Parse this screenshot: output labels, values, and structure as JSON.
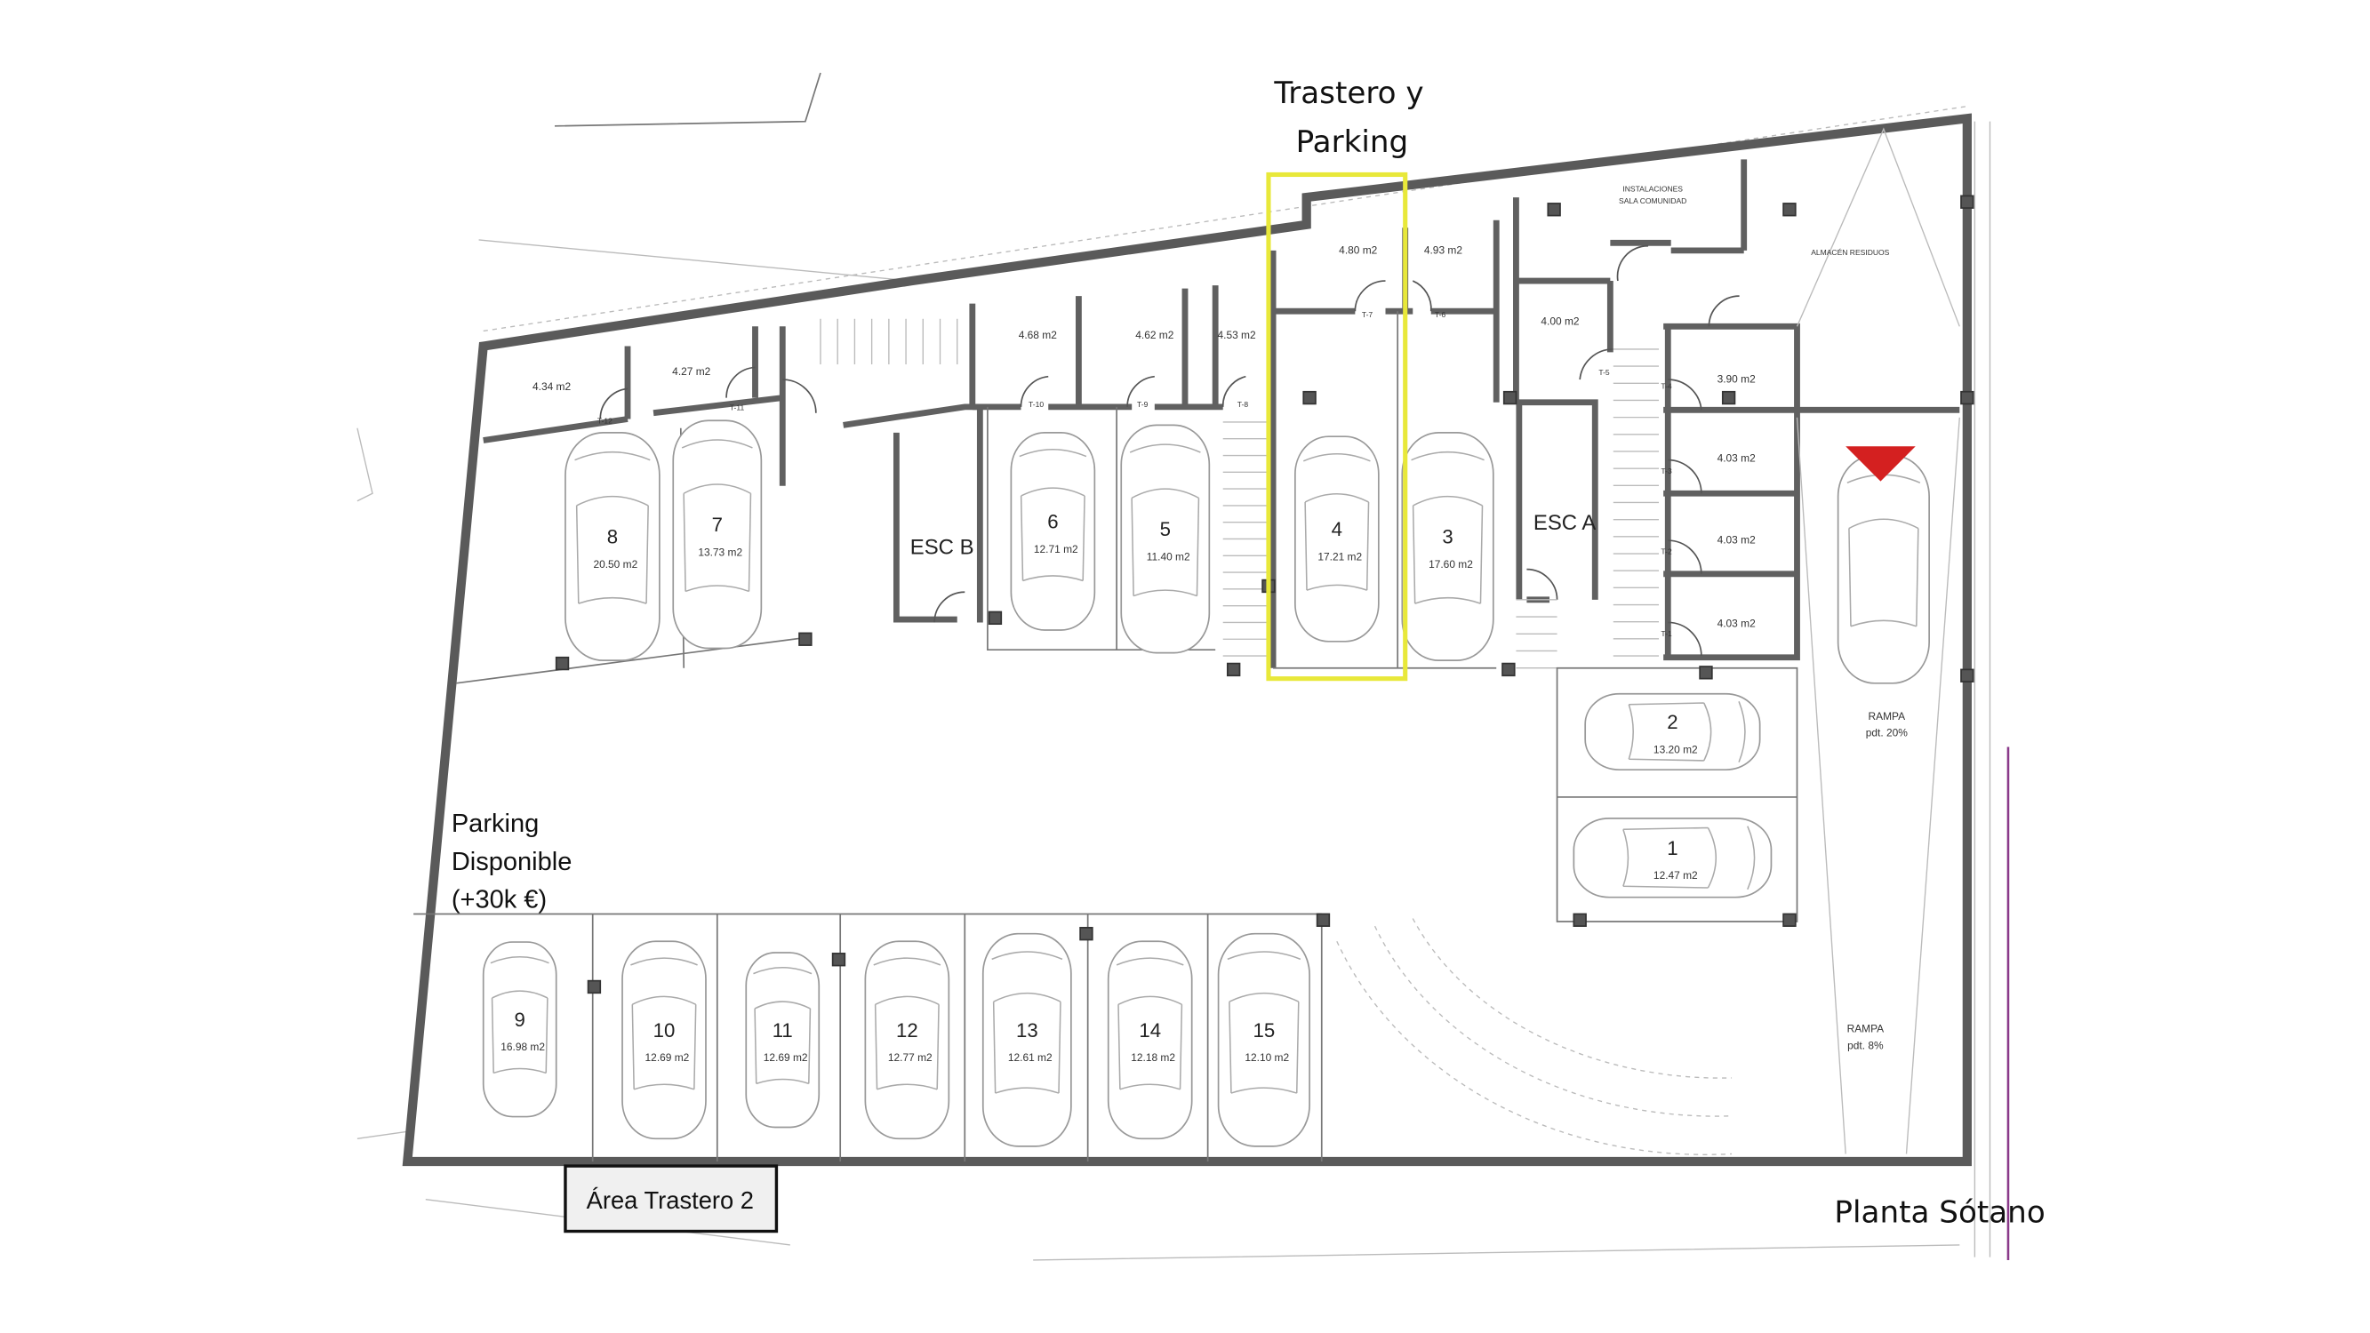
{
  "annotations": {
    "highlight_title_line1": "Trastero y",
    "highlight_title_line2": "Parking",
    "available_line1": "Parking",
    "available_line2": "Disponible",
    "available_line3": "(+30k €)",
    "storage_area_2": "Área Trastero 2",
    "plan_title": "Planta Sótano",
    "highlight_color": "#e8e83a",
    "arrow_color": "#d42020"
  },
  "rooms": {
    "instalaciones": "INSTALACIONES",
    "sala_comunidad": "SALA COMUNIDAD",
    "almacen": "ALMACÉN RESIDUOS",
    "esc_a": "ESC  A",
    "esc_b": "ESC  B",
    "rampa1_label": "RAMPA",
    "rampa1_slope": "pdt. 20%",
    "rampa2_label": "RAMPA",
    "rampa2_slope": "pdt. 8%"
  },
  "storage": [
    {
      "id": "T-12",
      "area": "4.34  m2"
    },
    {
      "id": "T-11",
      "area": "4.27  m2"
    },
    {
      "id": "T-10",
      "area": "4.68  m2"
    },
    {
      "id": "T-9",
      "area": "4.62  m2"
    },
    {
      "id": "T-8",
      "area": "4.53  m2"
    },
    {
      "id": "T-7",
      "area": "4.80  m2"
    },
    {
      "id": "T-6",
      "area": "4.93  m2"
    },
    {
      "id": "T-5",
      "area": "4.00  m2"
    },
    {
      "id": "T-4",
      "area": "3.90  m2"
    },
    {
      "id": "T-3",
      "area": "4.03  m2"
    },
    {
      "id": "T-2",
      "area": "4.03  m2"
    },
    {
      "id": "T-1",
      "area": "4.03  m2"
    }
  ],
  "parking": [
    {
      "num": "1",
      "area": "12.47  m2"
    },
    {
      "num": "2",
      "area": "13.20  m2"
    },
    {
      "num": "3",
      "area": "17.60  m2"
    },
    {
      "num": "4",
      "area": "17.21  m2"
    },
    {
      "num": "5",
      "area": "11.40  m2"
    },
    {
      "num": "6",
      "area": "12.71  m2"
    },
    {
      "num": "7",
      "area": "13.73  m2"
    },
    {
      "num": "8",
      "area": "20.50  m2"
    },
    {
      "num": "9",
      "area": "16.98  m2"
    },
    {
      "num": "10",
      "area": "12.69  m2"
    },
    {
      "num": "11",
      "area": "12.69  m2"
    },
    {
      "num": "12",
      "area": "12.77  m2"
    },
    {
      "num": "13",
      "area": "12.61  m2"
    },
    {
      "num": "14",
      "area": "12.18  m2"
    },
    {
      "num": "15",
      "area": "12.10  m2"
    }
  ]
}
